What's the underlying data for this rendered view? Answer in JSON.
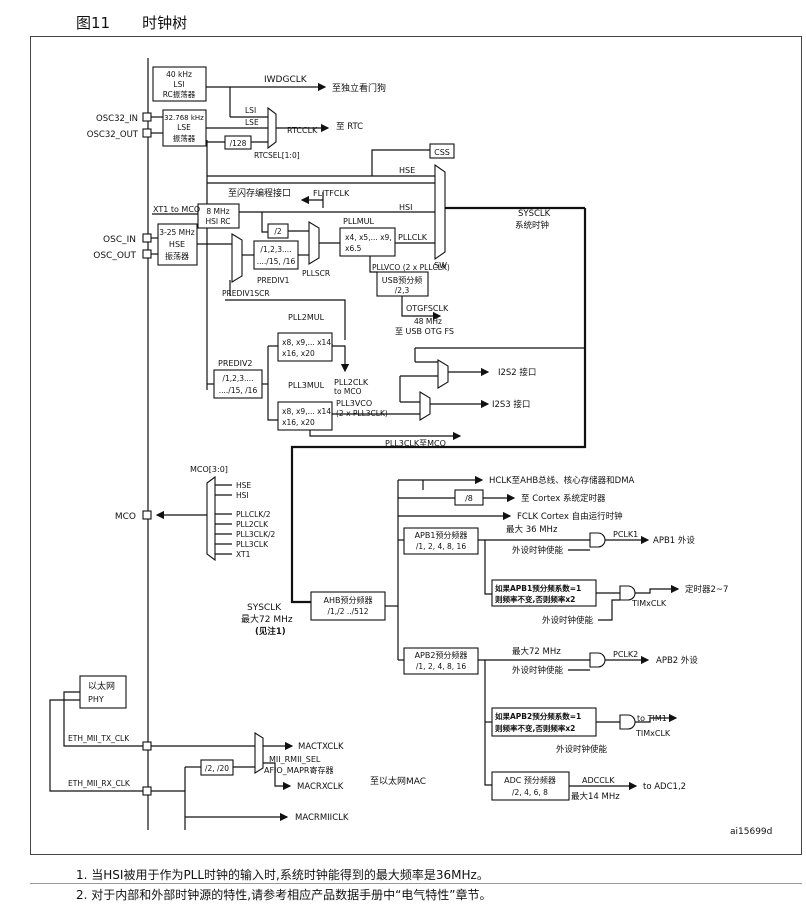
{
  "figure": {
    "number": "图11",
    "title": "时钟树",
    "id_code": "ai15699d"
  },
  "left_pins": {
    "osc32_in": "OSC32_IN",
    "osc32_out": "OSC32_OUT",
    "osc_in": "OSC_IN",
    "osc_out": "OSC_OUT",
    "mco": "MCO",
    "eth_tx": "ETH_MII_TX_CLK",
    "eth_rx": "ETH_MII_RX_CLK"
  },
  "oscillators": {
    "lsi": [
      "40 kHz",
      "LSI",
      "RC振荡器"
    ],
    "lse": [
      "32.768 kHz",
      "LSE",
      "振荡器"
    ],
    "hsi": [
      "8 MHz",
      "HSI RC"
    ],
    "hse": [
      "3-25 MHz",
      "HSE",
      "振荡器"
    ],
    "xt1": "XT1 to MCO",
    "eth_phy": [
      "以太网",
      "PHY"
    ]
  },
  "rtc": {
    "iwdgclk": "IWDGCLK",
    "iwdg_dest": "至独立看门狗",
    "lsi": "LSI",
    "lse": "LSE",
    "div128": "/128",
    "rtcclk": "RTCCLK",
    "rtc_dest": "至 RTC",
    "rtcsel": "RTCSEL[1:0]"
  },
  "system": {
    "css": "CSS",
    "hse": "HSE",
    "hsi": "HSI",
    "flash": "至闪存编程接口",
    "flitfclk": "FLITFCLK",
    "sysclk": "SYSCLK",
    "sysclk_cn": "系统时钟",
    "sw": "SW",
    "div2": "/2",
    "pllmul": "PLLMUL",
    "pllmul_vals": [
      "x4, x5,... x9,",
      "x6.5"
    ],
    "pllclk": "PLLCLK",
    "pllvco": "PLLVCO (2 x PLLCLK)",
    "usb": [
      "USB预分频",
      "/2,3"
    ],
    "otgfsclk": "OTGFSCLK",
    "usb_dest": [
      "48 MHz",
      "至 USB OTG FS"
    ],
    "prediv1": [
      "/1,2,3....",
      "..../15, /16"
    ],
    "prediv1_name": "PREDIV1",
    "prediv1scr": "PREDIV1SCR",
    "pllscr": "PLLSCR"
  },
  "pll23": {
    "prediv2": "PREDIV2",
    "prediv2_vals": [
      "/1,2,3....",
      "..../15, /16"
    ],
    "pll2mul": "PLL2MUL",
    "pll2mul_vals": [
      "x8, x9,... x14,",
      "x16, x20"
    ],
    "pll2clk": [
      "PLL2CLK",
      "to MCO"
    ],
    "pll3mul": "PLL3MUL",
    "pll3mul_vals": [
      "x8, x9,... x14,",
      "x16, x20"
    ],
    "pll3vco": [
      "PLL3VCO",
      "(2 x PLL3CLK)"
    ],
    "pll3clk": "PLL3CLK至MCO",
    "i2s2": "I2S2 接口",
    "i2s3": "I2S3 接口"
  },
  "mco": {
    "sel": "MCO[3:0]",
    "inputs": [
      "HSE",
      "HSI",
      "PLLCLK/2",
      "PLL2CLK",
      "PLL3CLK/2",
      "PLL3CLK",
      "XT1"
    ]
  },
  "bus": {
    "sysclk": [
      "SYSCLK",
      "最大72 MHz",
      "(见注1)"
    ],
    "ahb": [
      "AHB预分频器",
      "/1,/2 ../512"
    ],
    "hclk": "HCLK至AHB总线、核心存储器和DMA",
    "div8": "/8",
    "systick": "至 Cortex 系统定时器",
    "fclk": "FCLK Cortex 自由运行时钟",
    "apb1": [
      "APB1预分频器",
      "/1, 2, 4, 8, 16"
    ],
    "apb1_max": "最大 36 MHz",
    "pclk1": "PCLK1",
    "apb1_dest": "APB1 外设",
    "en1": "外设时钟使能",
    "en2": "外设时钟使能",
    "tim_note1": [
      "如果APB1预分频系数=1",
      "则频率不变,否则频率x2"
    ],
    "tim27": "定时器2~7",
    "timxclk1": "TIMxCLK",
    "apb2": [
      "APB2预分频器",
      "/1, 2, 4, 8, 16"
    ],
    "apb2_max": "最大72 MHz",
    "pclk2": "PCLK2",
    "apb2_dest": "APB2 外设",
    "en3": "外设时钟使能",
    "en4": "外设时钟使能",
    "tim_note2": [
      "如果APB2预分频系数=1",
      "则频率不变,否则频率x2"
    ],
    "tim1": "to TIM1",
    "timxclk2": "TIMxCLK",
    "adc": [
      "ADC 预分频器",
      "/2, 4, 6, 8"
    ],
    "adcclk": "ADCCLK",
    "adc_max": "最大14 MHz",
    "adc_dest": "to ADC1,2"
  },
  "ethernet": {
    "div": "/2, /20",
    "mactx": "MACTXCLK",
    "macrx": "MACRXCLK",
    "macrmii": "MACRMIICLK",
    "sel": [
      "MII_RMII_SEL",
      "AFIO_MAPR寄存器"
    ],
    "dest": "至以太网MAC"
  },
  "notes": [
    "1. 当HSI被用于作为PLL时钟的输入时,系统时钟能得到的最大频率是36MHz。",
    "2. 对于内部和外部时钟源的特性,请参考相应产品数据手册中“电气特性”章节。"
  ]
}
